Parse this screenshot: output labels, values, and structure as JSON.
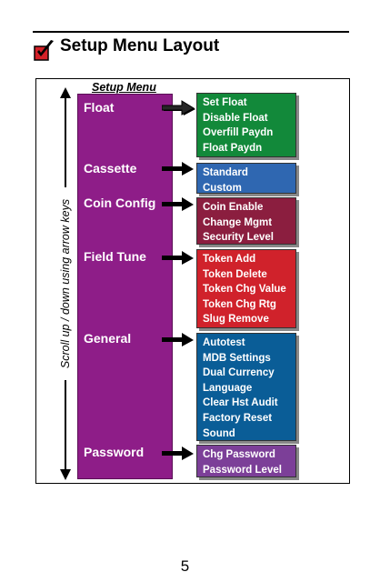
{
  "page": {
    "title": "Setup Menu Layout",
    "scroll_label": "Scroll up / down using arrow keys",
    "setup_menu_label": "Setup Menu",
    "page_number": "5"
  },
  "colors": {
    "menu_purple": "#8e1d88",
    "float_green": "#12893a",
    "cassette_blue": "#2f67b1",
    "coin_maroon": "#8b1e3f",
    "field_red": "#d0222b",
    "general_blue": "#0a5d97",
    "password_purple": "#7c3f98",
    "icon_red": "#d32027"
  },
  "menu": [
    {
      "label": "Float",
      "submenu": [
        "Set Float",
        "Disable Float",
        "Overfill Paydn",
        "Float Paydn"
      ]
    },
    {
      "label": "Cassette",
      "submenu": [
        "Standard",
        "Custom"
      ]
    },
    {
      "label": "Coin Config",
      "submenu": [
        "Coin Enable",
        "Change Mgmt",
        "Security Level"
      ]
    },
    {
      "label": "Field Tune",
      "submenu": [
        "Token Add",
        "Token Delete",
        "Token Chg Value",
        "Token Chg Rtg",
        "Slug Remove"
      ]
    },
    {
      "label": "General",
      "submenu": [
        "Autotest",
        "MDB Settings",
        "Dual Currency",
        "Language",
        "Clear Hst Audit",
        "Factory Reset",
        "Sound"
      ]
    },
    {
      "label": "Password",
      "submenu": [
        "Chg Password",
        "Password Level"
      ]
    }
  ]
}
